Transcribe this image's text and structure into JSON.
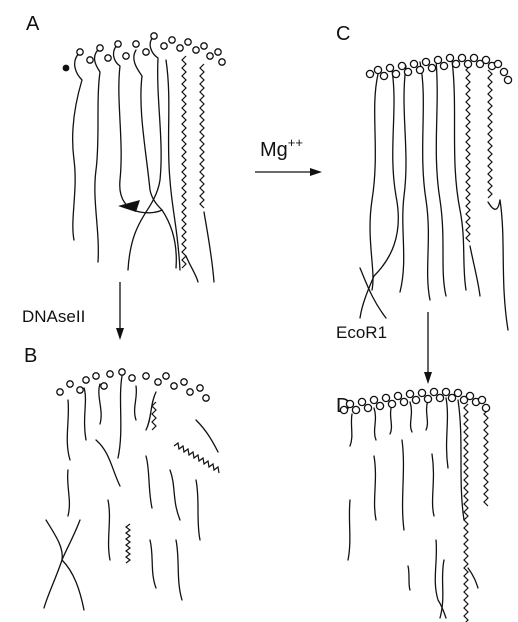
{
  "panels": {
    "a": {
      "label": "A"
    },
    "b": {
      "label": "B"
    },
    "c": {
      "label": "C"
    },
    "d": {
      "label": "D"
    }
  },
  "treatments": {
    "mg": {
      "base": "Mg",
      "superscript": "++"
    },
    "dnase": {
      "label": "DNAseII"
    },
    "ecor1": {
      "label": "EcoR1"
    }
  },
  "colors": {
    "ink": "#111111",
    "background": "#ffffff"
  }
}
